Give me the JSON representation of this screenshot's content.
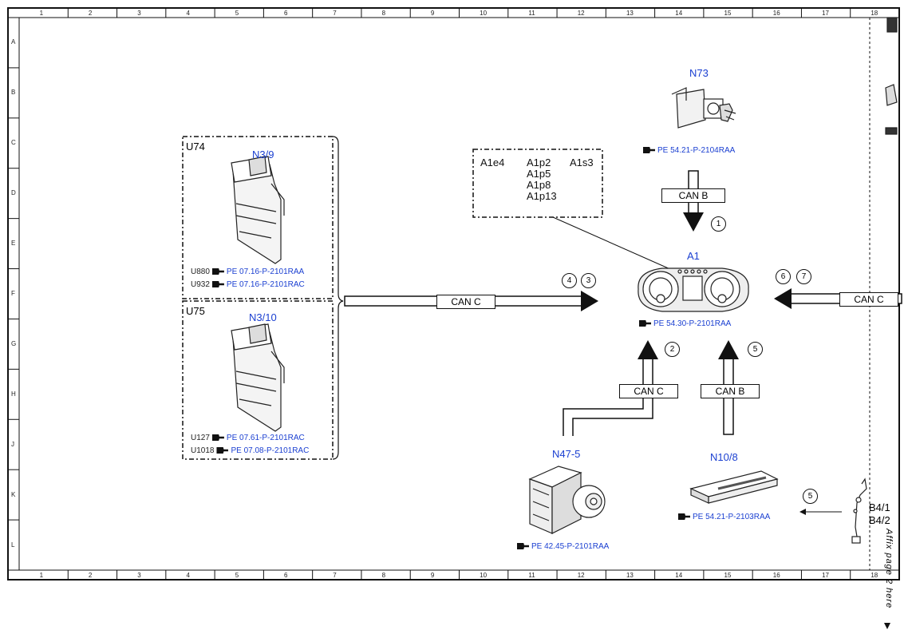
{
  "grid": {
    "columns": [
      "1",
      "2",
      "3",
      "4",
      "5",
      "6",
      "7",
      "8",
      "9",
      "10",
      "11",
      "12",
      "13",
      "14",
      "15",
      "16",
      "17",
      "18"
    ],
    "rows": [
      "A",
      "B",
      "C",
      "D",
      "E",
      "F",
      "G",
      "H",
      "J",
      "K",
      "L"
    ]
  },
  "groups": {
    "u74": {
      "label": "U74",
      "component": "N3/9",
      "refs": [
        {
          "prefix": "U880",
          "code": "PE 07.16-P-2101RAA"
        },
        {
          "prefix": "U932",
          "code": "PE 07.16-P-2101RAC"
        }
      ]
    },
    "u75": {
      "label": "U75",
      "component": "N3/10",
      "refs": [
        {
          "prefix": "U127",
          "code": "PE 07.61-P-2101RAC"
        },
        {
          "prefix": "U1018",
          "code": "PE 07.08-P-2101RAC"
        }
      ]
    }
  },
  "pins": {
    "col1": [
      "A1e4"
    ],
    "col2": [
      "A1p2",
      "A1p5",
      "A1p8",
      "A1p13"
    ],
    "col3": [
      "A1s3"
    ]
  },
  "components": {
    "n73": {
      "label": "N73",
      "ref": "PE 54.21-P-2104RAA"
    },
    "a1": {
      "label": "A1",
      "ref": "PE 54.30-P-2101RAA"
    },
    "n47": {
      "label": "N47-5",
      "ref": "PE 42.45-P-2101RAA"
    },
    "n10": {
      "label": "N10/8",
      "ref": "PE 54.21-P-2103RAA"
    },
    "b4": {
      "label1": "B4/1",
      "label2": "B4/2"
    }
  },
  "bus": {
    "can_b_top": "CAN B",
    "can_c_left": "CAN C",
    "can_c_right": "CAN C",
    "can_c_bottom": "CAN C",
    "can_b_bottom": "CAN B"
  },
  "markers": {
    "m1": "1",
    "m2": "2",
    "m3": "3",
    "m4": "4",
    "m5": "5",
    "m5b": "5",
    "m6": "6",
    "m7": "7"
  },
  "affix_note": "Affix page 2 here",
  "colors": {
    "link": "#1a3fd1",
    "line": "#111111"
  }
}
